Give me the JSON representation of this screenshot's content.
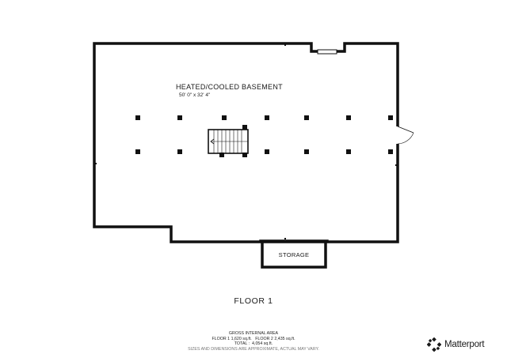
{
  "room": {
    "name": "HEATED/COOLED BASEMENT",
    "dimensions": "50' 0\" x 32' 4\""
  },
  "storage": {
    "label": "STORAGE"
  },
  "floor": {
    "label": "FLOOR 1"
  },
  "area": {
    "heading": "GROSS INTERNAL AREA",
    "floors_line": "FLOOR 1 1,620 sq.ft.   FLOOR 2 2,435 sq.ft.",
    "total_line": "TOTAL :  4,054 sq.ft.",
    "disclaimer": "SIZES AND DIMENSIONS ARE APPROXIMATE, ACTUAL MAY VARY."
  },
  "brand": {
    "name": "Matterport",
    "icon": "matterport-logo-icon"
  },
  "colors": {
    "wall": "#111111",
    "background": "#ffffff"
  }
}
